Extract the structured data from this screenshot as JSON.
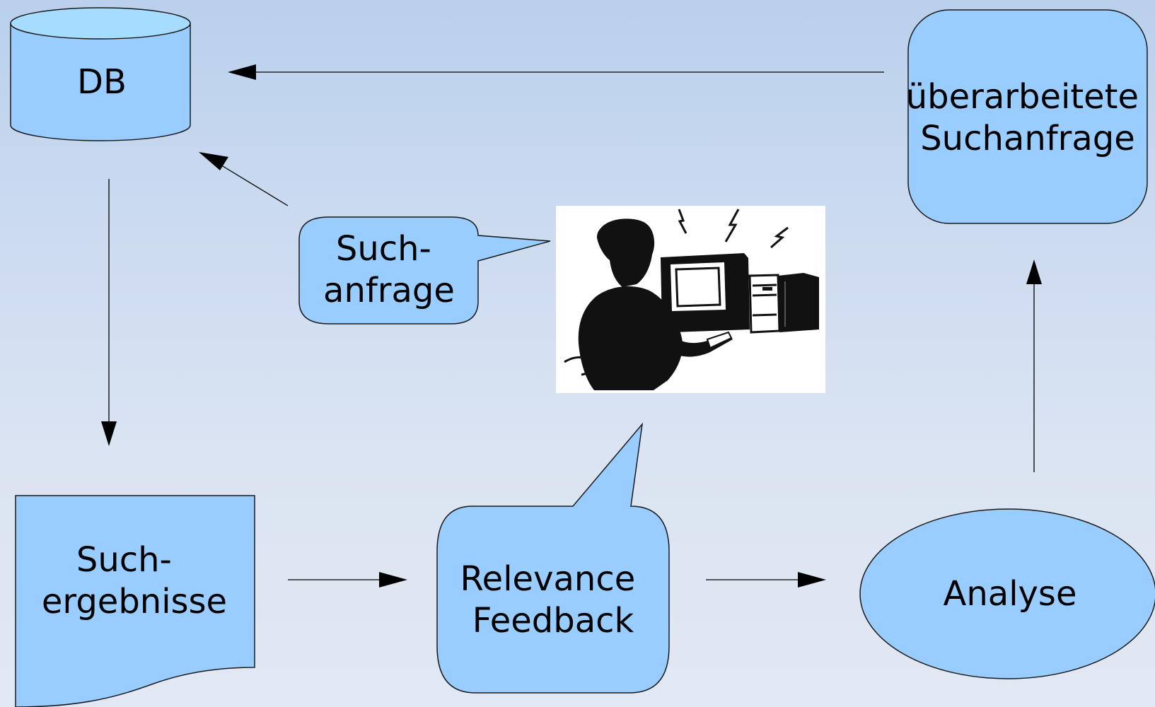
{
  "colors": {
    "node_fill": "#99ccff",
    "node_fill_light": "#a6dcff",
    "node_stroke": "#1a1a1a",
    "arrow": "#000000"
  },
  "nodes": {
    "db": {
      "label": "DB",
      "shape": "cylinder"
    },
    "suchanfrage": {
      "line1": "Such-",
      "line2": "anfrage",
      "shape": "speech-bubble"
    },
    "ueberarbeitete": {
      "line1": "überarbeitete",
      "line2": "Suchanfrage",
      "shape": "rounded-rectangle"
    },
    "suchergebnisse": {
      "line1": "Such-",
      "line2": "ergebnisse",
      "shape": "document"
    },
    "relevance": {
      "line1": "Relevance",
      "line2": "Feedback",
      "shape": "speech-bubble"
    },
    "analyse": {
      "label": "Analyse",
      "shape": "ellipse"
    }
  },
  "illustration": {
    "icon": "person-at-computer-icon"
  },
  "edges": [
    {
      "from": "ueberarbeitete",
      "to": "db"
    },
    {
      "from": "suchanfrage",
      "to": "db"
    },
    {
      "from": "db",
      "to": "suchergebnisse"
    },
    {
      "from": "suchergebnisse",
      "to": "relevance"
    },
    {
      "from": "relevance",
      "to": "analyse"
    },
    {
      "from": "analyse",
      "to": "ueberarbeitete"
    }
  ]
}
